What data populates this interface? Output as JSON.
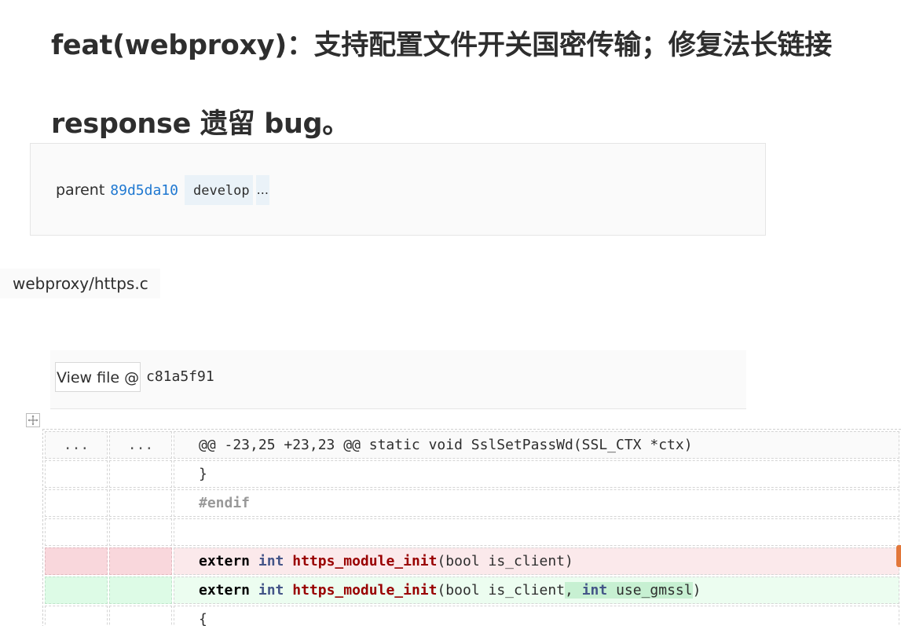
{
  "commit": {
    "title": "feat(webproxy)：支持配置文件开关国密传输；修复法长链接 response 遗留 bug。",
    "parent_label": "parent",
    "parent_sha": "89d5da10",
    "branch": "develop",
    "more": "..."
  },
  "file": {
    "path": "webproxy/https.c",
    "view_file_label": "View file @",
    "sha": "c81a5f91"
  },
  "icons": {
    "move_handle": "move-icon"
  },
  "colors": {
    "link": "#1f78d1",
    "removed_line": "#fbe9eb",
    "added_line": "#ecfdf0",
    "added_highlight": "#c7f0d2"
  },
  "diff": {
    "hunk": {
      "old_num": "...",
      "new_num": "...",
      "header": "@@ -23,25 +23,23 @@ static void SslSetPassWd(SSL_CTX *ctx)"
    },
    "ctx1": "}",
    "ctx2": "#endif",
    "old_line": {
      "kw": "extern",
      "type": "int",
      "fn": "https_module_init",
      "args": "(bool is_client)"
    },
    "new_line": {
      "kw": "extern",
      "type": "int",
      "fn": "https_module_init",
      "args_start": "(bool is_client",
      "added_sep": ", ",
      "added_type": "int",
      "added_arg": " use_gmssl",
      "args_end": ")"
    },
    "ctx3": "{"
  }
}
